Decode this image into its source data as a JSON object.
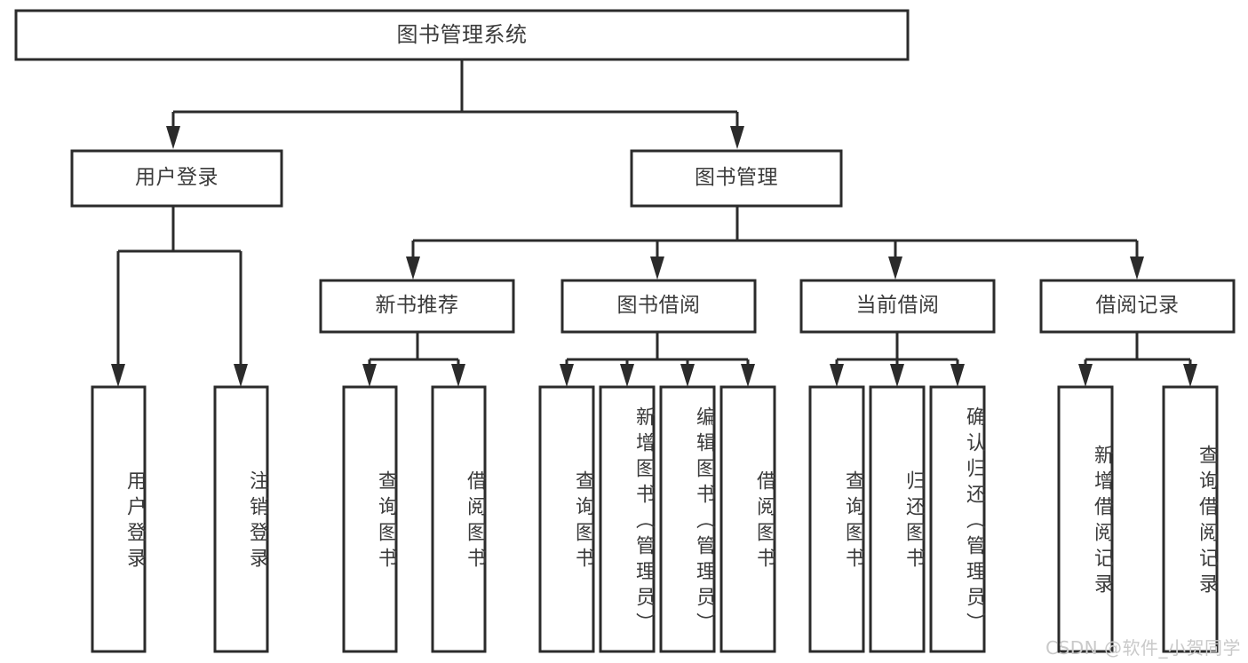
{
  "diagram": {
    "type": "tree",
    "title": "图书管理系统",
    "orientation": "top-down",
    "colors": {
      "stroke": "#2b2b2b",
      "box_fill": "#ffffff",
      "text": "#3b3b3b",
      "background": "#ffffff",
      "watermark": "#c9c9c9"
    },
    "root": {
      "label": "图书管理系统"
    },
    "level2": [
      {
        "label": "用户登录"
      },
      {
        "label": "图书管理"
      }
    ],
    "level3": [
      {
        "label": "新书推荐"
      },
      {
        "label": "图书借阅"
      },
      {
        "label": "当前借阅"
      },
      {
        "label": "借阅记录"
      }
    ],
    "leaves": {
      "user_login": [
        {
          "label": "用户登录"
        },
        {
          "label": "注销登录"
        }
      ],
      "new_book_recommend": [
        {
          "label": "查询图书"
        },
        {
          "label": "借阅图书"
        }
      ],
      "book_borrow": [
        {
          "label": "查询图书"
        },
        {
          "label": "新增图书（管理员）"
        },
        {
          "label": "编辑图书（管理员）"
        },
        {
          "label": "借阅图书"
        }
      ],
      "current_borrow": [
        {
          "label": "查询图书"
        },
        {
          "label": "归还图书"
        },
        {
          "label": "确认归还（管理员）"
        }
      ],
      "borrow_record": [
        {
          "label": "新增借阅记录"
        },
        {
          "label": "查询借阅记录"
        }
      ]
    }
  },
  "watermark": {
    "text": "CSDN @软件_小贺同学"
  }
}
